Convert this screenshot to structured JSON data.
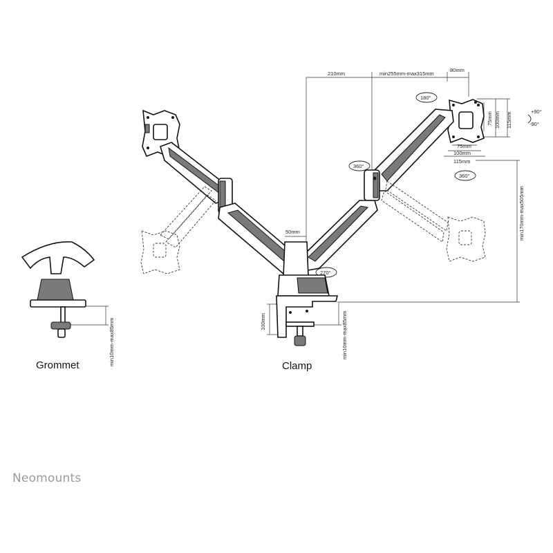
{
  "captions": {
    "grommet": "Grommet",
    "clamp": "Clamp"
  },
  "brand": "Neomounts",
  "dimensions": {
    "arm_reach": "210mm",
    "depth_range": "min255mm-max315mm",
    "plate_offset": "80mm",
    "vesa_75_h": "75mm",
    "vesa_100_h": "100mm",
    "vesa_115_h": "115mm",
    "vesa_75_w": "75mm",
    "vesa_100_w": "100mm",
    "vesa_115_w": "115mm",
    "height_range": "min170mm-max505mm",
    "pole_gap": "50mm",
    "clamp_height": "100mm",
    "clamp_desk_range": "min10mm-max85mm",
    "grommet_desk_range": "min10mm-max85mm"
  },
  "rotations": {
    "tilt_up": "+90°",
    "tilt_down": "-90°",
    "rotate_180": "180°",
    "swivel_360_left": "360°",
    "swivel_360_right": "360°",
    "pan_270": "270°"
  },
  "icons": [
    "rotate-arrow-icon",
    "tilt-arrow-icon"
  ]
}
